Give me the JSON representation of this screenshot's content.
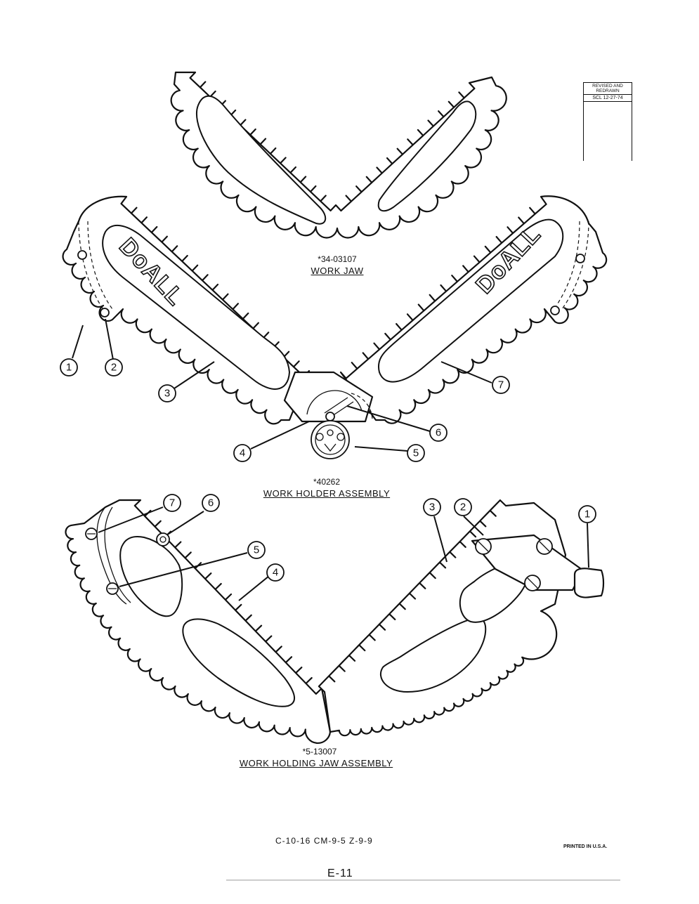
{
  "work_jaw": {
    "part_number": "*34-03107",
    "title": "WORK JAW"
  },
  "work_holder": {
    "part_number": "*40262",
    "title": "WORK HOLDER ASSEMBLY"
  },
  "work_holding_jaw": {
    "part_number": "*5-13007",
    "title": "WORK HOLDING JAW ASSEMBLY"
  },
  "logo_text": "DoALL",
  "revision": {
    "line1": "REVISED AND",
    "line2": "REDRAWN",
    "line3": "SCL 12-27-74"
  },
  "callouts": {
    "holder": [
      "1",
      "2",
      "3",
      "4",
      "5",
      "6",
      "7"
    ],
    "jaw_assembly": [
      "7",
      "6",
      "5",
      "4",
      "3",
      "2",
      "1"
    ]
  },
  "footer": {
    "codes": "C-10-16 CM-9-5 Z-9-9",
    "printed": "PRINTED IN U.S.A.",
    "page": "E-11"
  }
}
